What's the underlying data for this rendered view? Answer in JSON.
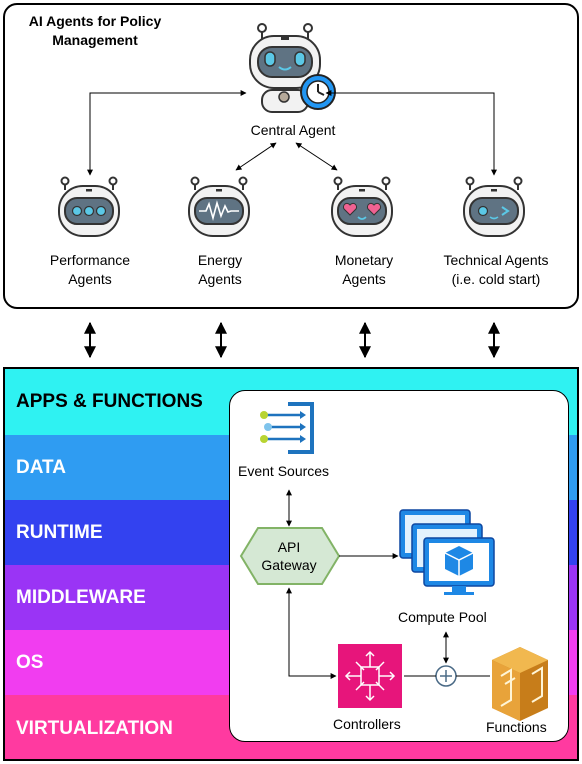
{
  "panel": {
    "title": "AI Agents for Policy Management"
  },
  "agents": {
    "central": "Central Agent",
    "performance": "Performance Agents",
    "energy": "Energy Agents",
    "monetary": "Monetary Agents",
    "technical": "Technical Agents (i.e. cold start)"
  },
  "layers": [
    {
      "label": "APPS & FUNCTIONS",
      "color": "#2ff2f2"
    },
    {
      "label": "DATA",
      "color": "#2f9cf2"
    },
    {
      "label": "RUNTIME",
      "color": "#3342f0"
    },
    {
      "label": "MIDDLEWARE",
      "color": "#9a34f5"
    },
    {
      "label": "OS",
      "color": "#f13df0"
    },
    {
      "label": "VIRTUALIZATION",
      "color": "#ff3aa0"
    }
  ],
  "architecture": {
    "event_sources": "Event Sources",
    "api_gateway": "API Gateway",
    "compute_pool": "Compute Pool",
    "controllers": "Controllers",
    "functions": "Functions"
  },
  "colors": {
    "robot_body": "#f2f2f2",
    "robot_face": "#5f7383",
    "robot_eyes": "#5bc8e6",
    "gateway_fill": "#d5e8d4",
    "gateway_stroke": "#82b366",
    "compute_blue": "#1e88e5",
    "controllers_pink": "#e7157b",
    "functions_orange": "#e8a33a"
  }
}
